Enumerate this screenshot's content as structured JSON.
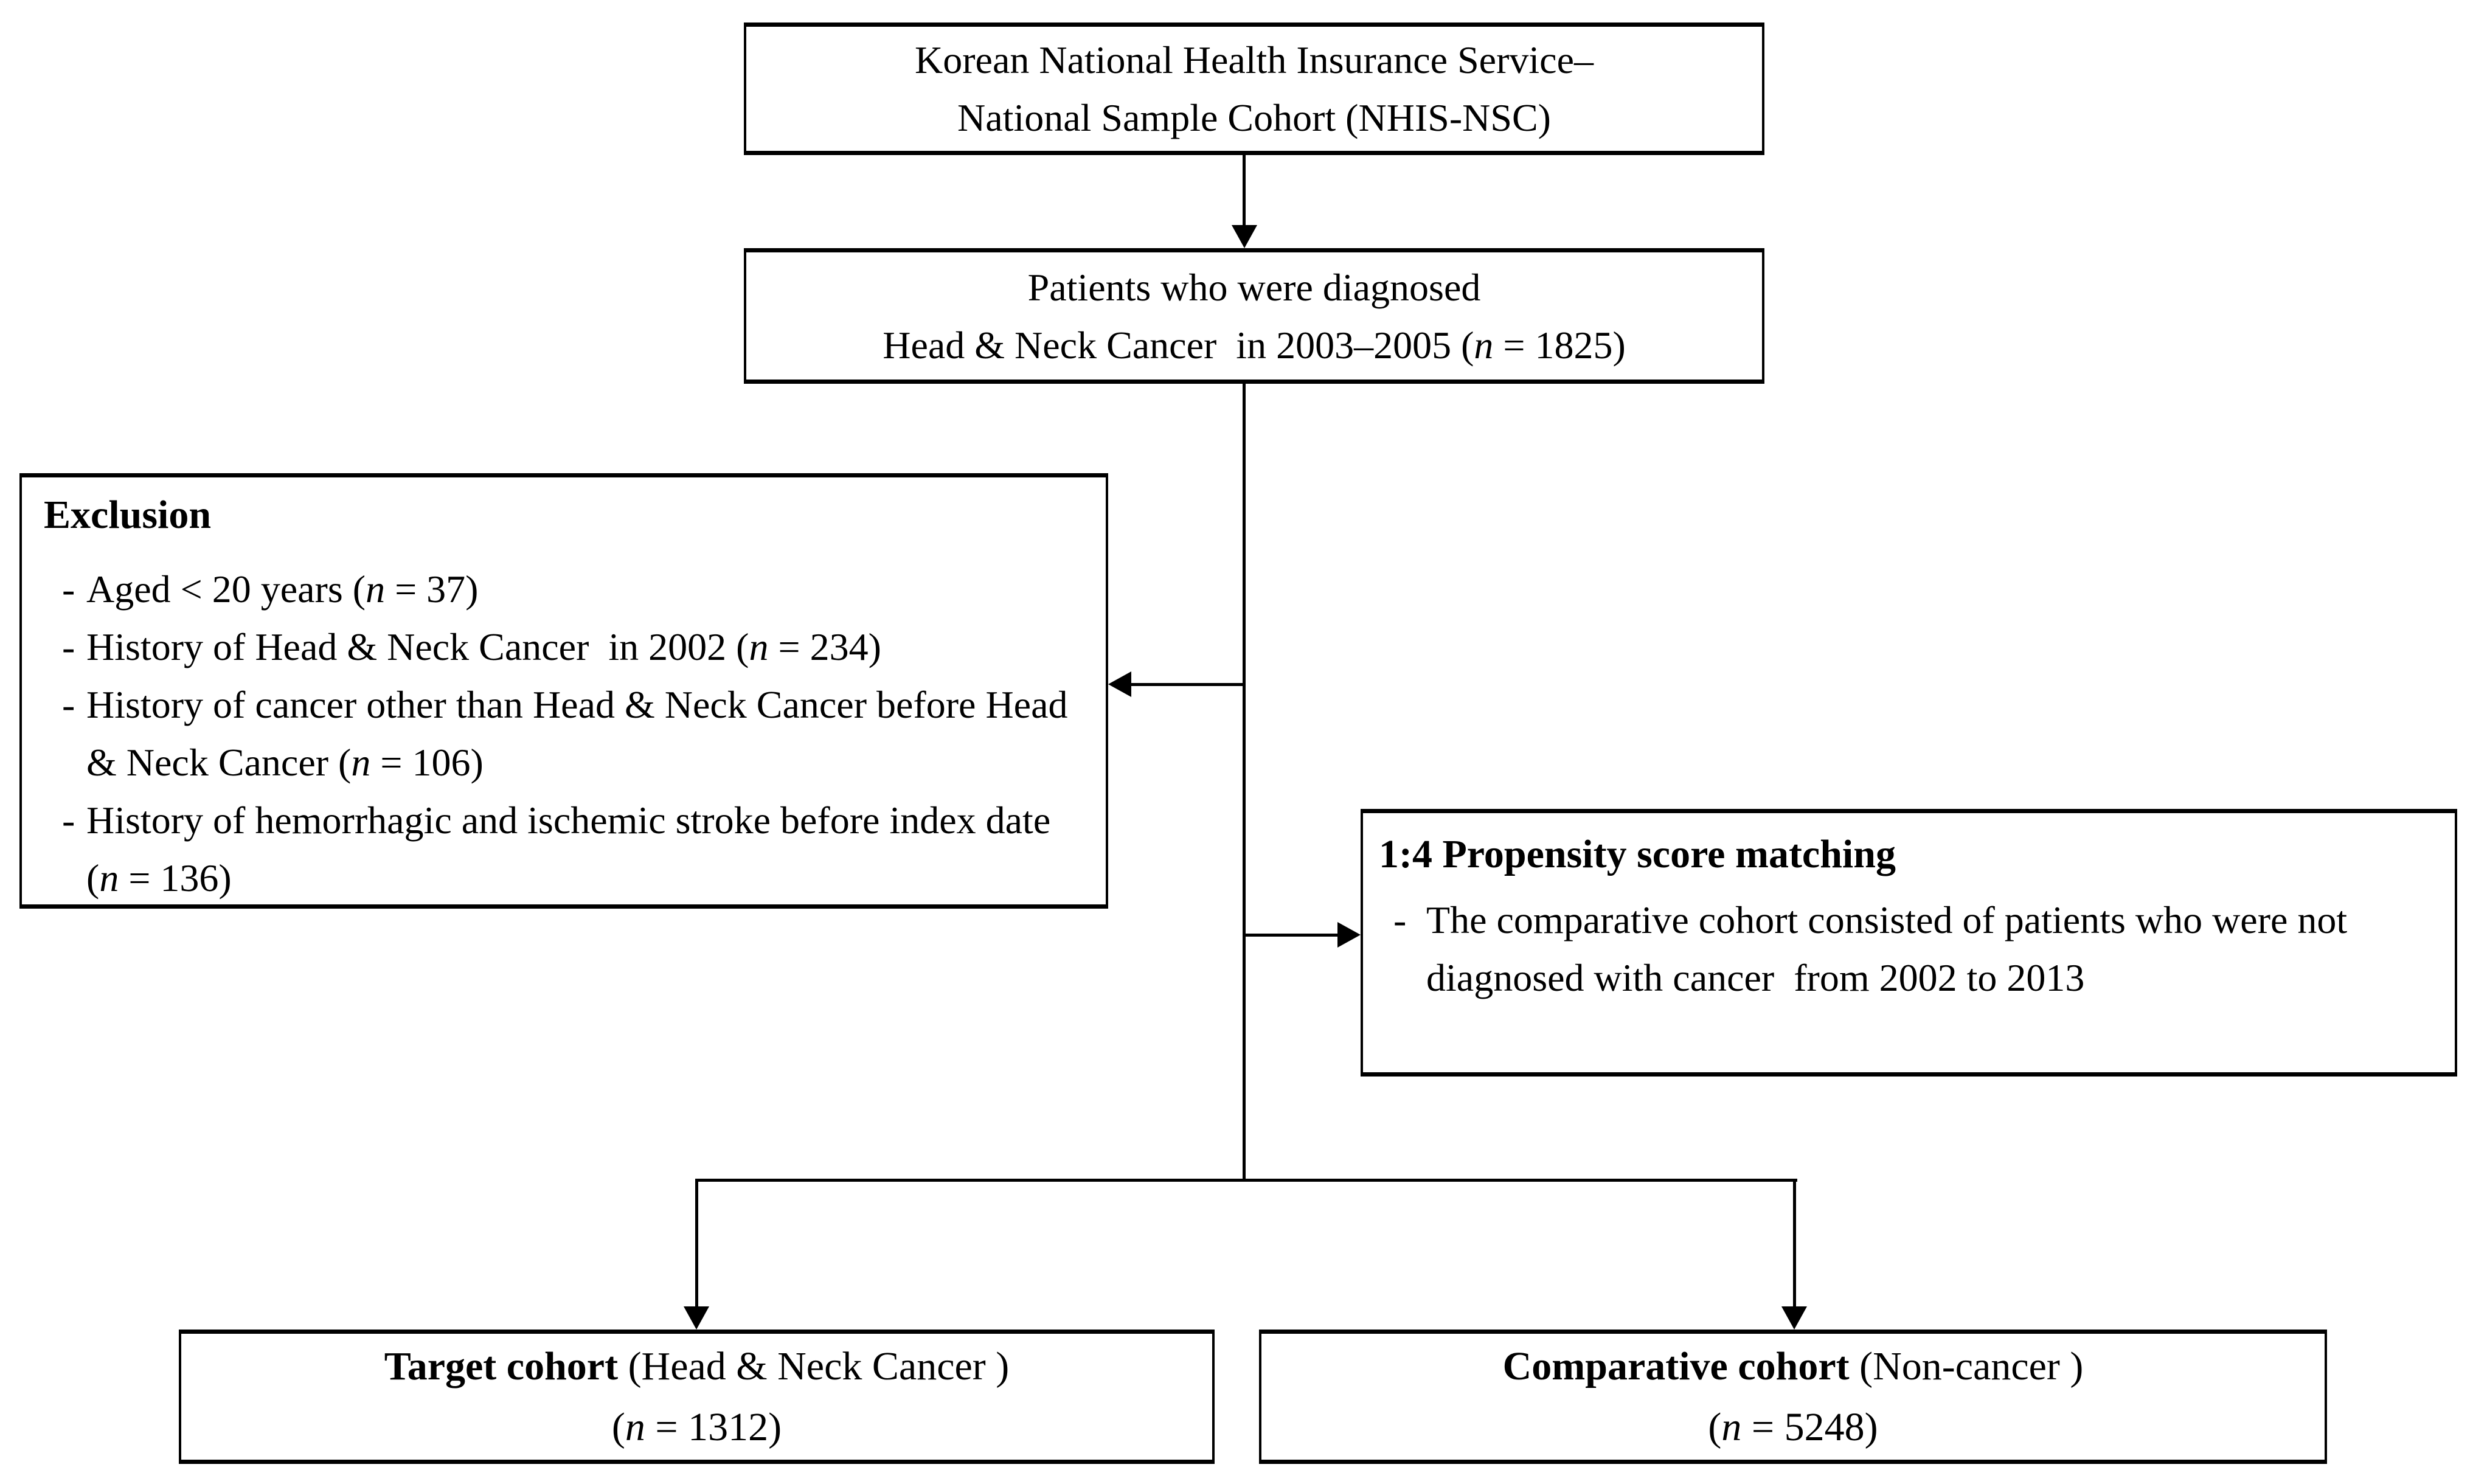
{
  "source_box": {
    "line1": "Korean National Health Insurance Service–",
    "line2": "National Sample Cohort (NHIS-NSC)"
  },
  "diagnosed_box": {
    "line1": "Patients who were diagnosed",
    "line2_before_n": "Head & Neck Cancer  in 2003–2005 (",
    "line2_n": "n",
    "line2_after_n": " = 1825)"
  },
  "exclusion_box": {
    "title": "Exclusion",
    "items": [
      {
        "bullet": "-",
        "before_n": "Aged < 20 years (",
        "n": "n",
        "after_n": " = 37)"
      },
      {
        "bullet": "-",
        "before_n": "History of Head & Neck Cancer  in 2002 (",
        "n": "n",
        "after_n": " = 234)"
      },
      {
        "bullet": "-",
        "before_n": "History of cancer other than Head & Neck Cancer before Head & Neck Cancer (",
        "n": "n",
        "after_n": " = 106)"
      },
      {
        "bullet": "-",
        "before_n": "History of hemorrhagic and ischemic stroke before index date (",
        "n": "n",
        "after_n": " = 136)"
      }
    ]
  },
  "matching_box": {
    "title": "1:4 Propensity score matching",
    "item": {
      "bullet": "-",
      "text": "The comparative cohort consisted of patients who were not diagnosed with cancer  from 2002 to 2013"
    }
  },
  "target_box": {
    "bold": "Target cohort",
    "rest": " (Head & Neck Cancer )",
    "n_before": "(",
    "n": "n",
    "n_after": " = 1312)"
  },
  "comparative_box": {
    "bold": "Comparative cohort",
    "rest": " (Non-cancer )",
    "n_before": "(",
    "n": "n",
    "n_after": " = 5248)"
  },
  "colors": {
    "background": "#ffffff",
    "line": "#000000",
    "text": "#000000"
  }
}
